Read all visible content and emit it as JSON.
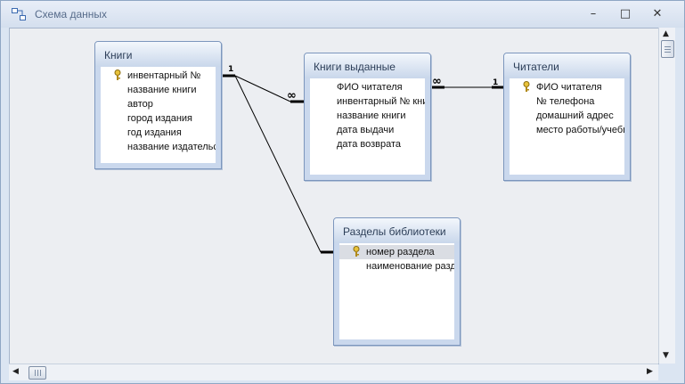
{
  "window": {
    "title": "Схема данных",
    "controls": {
      "minimize": "–",
      "maximize": "□",
      "close": "✕"
    }
  },
  "tables": {
    "knigi": {
      "title": "Книги",
      "fields": [
        {
          "name": "инвентарный №",
          "key": true
        },
        {
          "name": "название книги",
          "key": false
        },
        {
          "name": "автор",
          "key": false
        },
        {
          "name": "город издания",
          "key": false
        },
        {
          "name": "год издания",
          "key": false
        },
        {
          "name": "название издательства",
          "key": false
        }
      ]
    },
    "vydannye": {
      "title": "Книги выданные",
      "fields": [
        {
          "name": "ФИО читателя",
          "key": false
        },
        {
          "name": "инвентарный № книги",
          "key": false
        },
        {
          "name": "название книги",
          "key": false
        },
        {
          "name": "дата выдачи",
          "key": false
        },
        {
          "name": "дата возврата",
          "key": false
        }
      ]
    },
    "chitateli": {
      "title": "Читатели",
      "fields": [
        {
          "name": "ФИО читателя",
          "key": true
        },
        {
          "name": "№ телефона",
          "key": false
        },
        {
          "name": "домашний адрес",
          "key": false
        },
        {
          "name": "место работы/учебы",
          "key": false
        }
      ]
    },
    "razdely": {
      "title": "Разделы библиотеки",
      "fields": [
        {
          "name": "номер раздела",
          "key": true,
          "selected": true
        },
        {
          "name": "наименование раздела",
          "key": false
        }
      ]
    }
  },
  "relationships": {
    "r1": {
      "one": "1",
      "many": "∞"
    },
    "r2": {
      "many": "∞",
      "one": "1"
    }
  },
  "scrollbars": {
    "up": "▲",
    "down": "▼",
    "left": "◀",
    "right": "▶"
  }
}
